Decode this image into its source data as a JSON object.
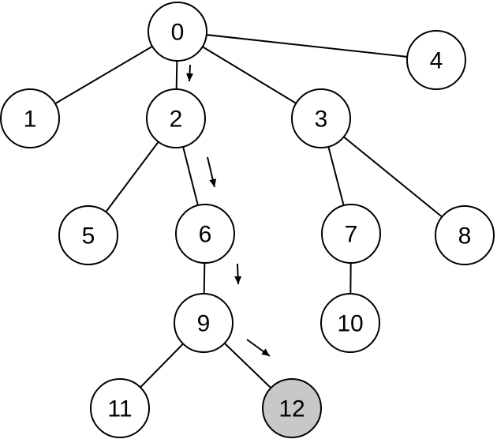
{
  "colors": {
    "node_fill": "#ffffff",
    "highlight_fill": "#c8c8c8",
    "stroke": "#000000"
  },
  "nodes": [
    {
      "id": "0",
      "label": "0"
    },
    {
      "id": "1",
      "label": "1"
    },
    {
      "id": "2",
      "label": "2"
    },
    {
      "id": "3",
      "label": "3"
    },
    {
      "id": "4",
      "label": "4"
    },
    {
      "id": "5",
      "label": "5"
    },
    {
      "id": "6",
      "label": "6"
    },
    {
      "id": "7",
      "label": "7"
    },
    {
      "id": "8",
      "label": "8"
    },
    {
      "id": "9",
      "label": "9"
    },
    {
      "id": "10",
      "label": "10"
    },
    {
      "id": "11",
      "label": "11"
    },
    {
      "id": "12",
      "label": "12",
      "highlighted": true
    }
  ],
  "edges": [
    {
      "from": "0",
      "to": "1"
    },
    {
      "from": "0",
      "to": "2"
    },
    {
      "from": "0",
      "to": "3"
    },
    {
      "from": "0",
      "to": "4"
    },
    {
      "from": "2",
      "to": "5"
    },
    {
      "from": "2",
      "to": "6"
    },
    {
      "from": "3",
      "to": "7"
    },
    {
      "from": "3",
      "to": "8"
    },
    {
      "from": "6",
      "to": "9"
    },
    {
      "from": "7",
      "to": "10"
    },
    {
      "from": "9",
      "to": "11"
    },
    {
      "from": "9",
      "to": "12"
    }
  ],
  "path_arrows": [
    {
      "from": "0",
      "to": "2"
    },
    {
      "from": "2",
      "to": "6"
    },
    {
      "from": "6",
      "to": "9"
    },
    {
      "from": "9",
      "to": "12"
    }
  ]
}
